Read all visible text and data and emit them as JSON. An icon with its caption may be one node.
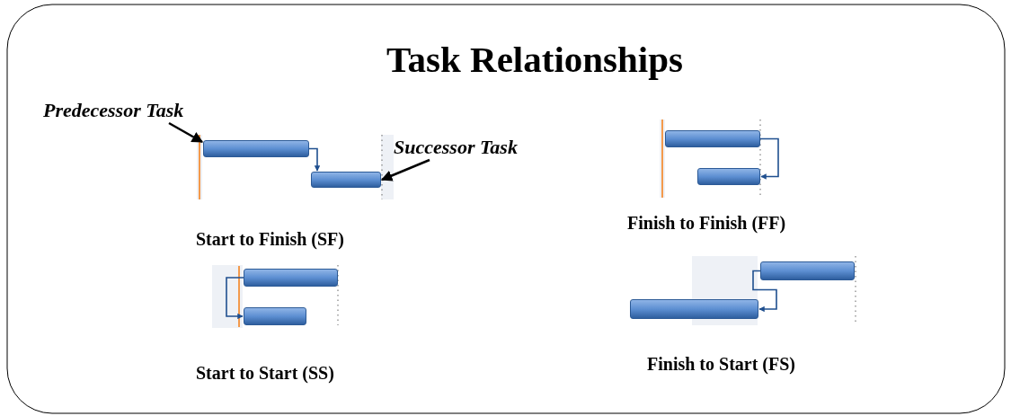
{
  "diagram": {
    "title": "Task Relationships",
    "nodes": [
      {
        "text": [
          "Predecessor Task"
        ]
      },
      {
        "text": [],
        "shape": "bar"
      },
      {
        "text": [
          "Successor Task"
        ]
      },
      {
        "text": [],
        "shape": "bar"
      },
      {
        "text": [],
        "shape": "bar"
      },
      {
        "text": [],
        "shape": "bar"
      },
      {
        "text": [],
        "shape": "bar"
      },
      {
        "text": [],
        "shape": "bar"
      },
      {
        "text": [],
        "shape": "bar"
      },
      {
        "text": [],
        "shape": "bar"
      }
    ],
    "edges": [
      {
        "from": 0,
        "to": 1,
        "arrow": "to",
        "color": "#000000"
      },
      {
        "from": 2,
        "to": 3,
        "arrow": "to",
        "color": "#000000"
      },
      {
        "from": 1,
        "to": 3,
        "arrow": "to"
      },
      {
        "from": 4,
        "to": 5,
        "arrow": "to"
      },
      {
        "from": 6,
        "to": 7,
        "arrow": "to"
      },
      {
        "from": 8,
        "to": 9,
        "arrow": "to"
      }
    ],
    "labels": [
      "Start to Finish (SF)",
      "Finish to Finish (FF)",
      "Start to Start (SS)",
      "Finish to Start (FS)"
    ]
  }
}
